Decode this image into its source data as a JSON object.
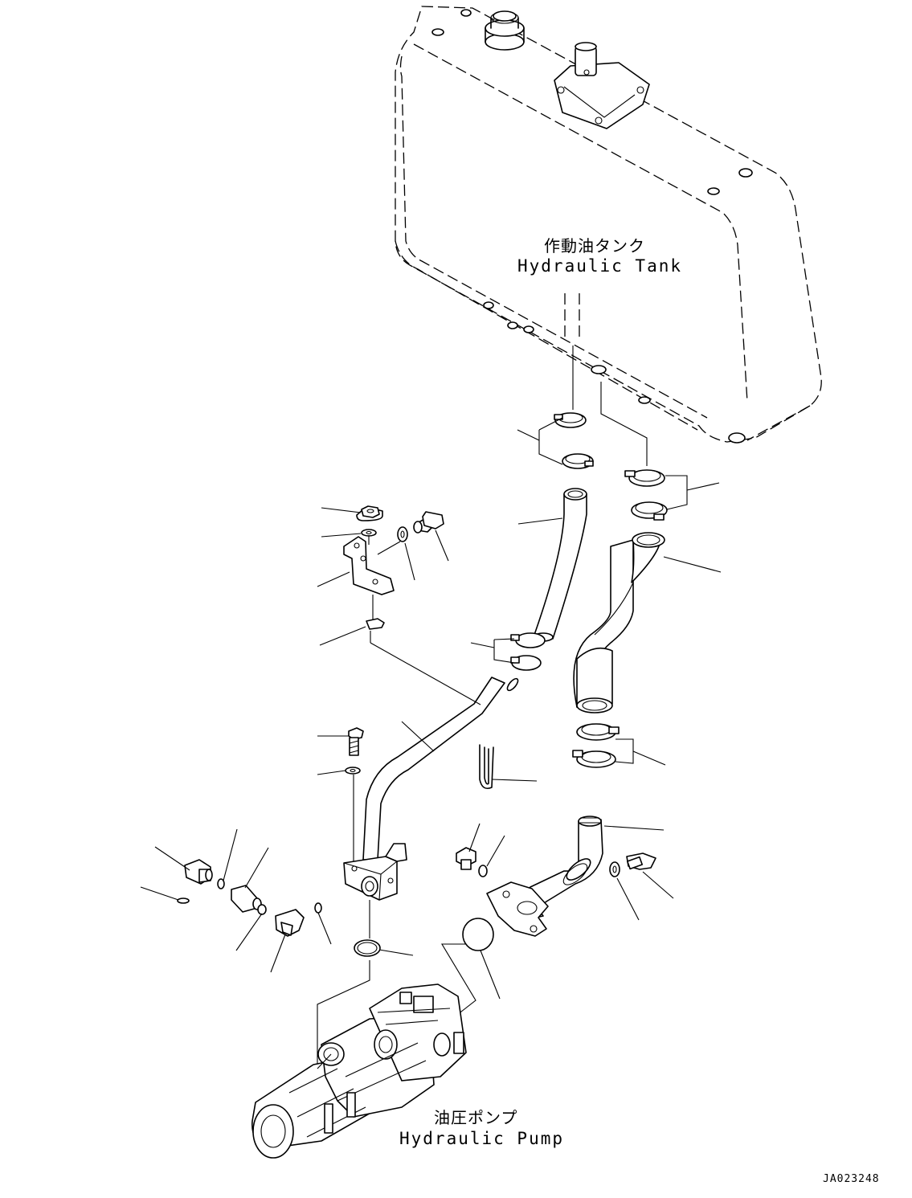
{
  "labels": {
    "tank_jp": "作動油タンク",
    "tank_en": "Hydraulic Tank",
    "pump_jp": "油圧ポンプ",
    "pump_en": "Hydraulic Pump",
    "drawing_code": "JA023248"
  }
}
